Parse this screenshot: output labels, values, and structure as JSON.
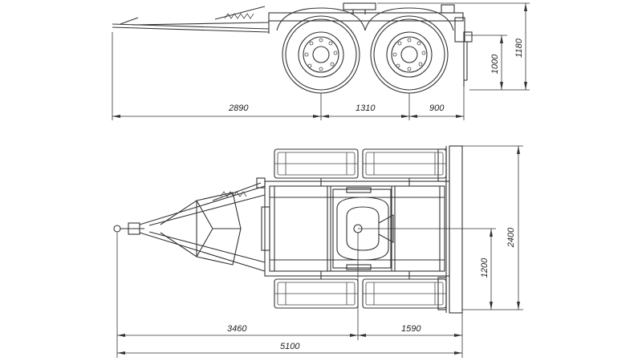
{
  "drawing": {
    "side_view": {
      "dims": {
        "drawbar_to_axle": "2890",
        "axle_spacing": "1310",
        "rear_overhang": "900",
        "height_coupler": "1000",
        "height_total": "1180"
      }
    },
    "top_view": {
      "dims": {
        "front_to_coupler": "3460",
        "coupler_to_rear": "1590",
        "overall_length": "5100",
        "half_width": "1200",
        "overall_width": "2400"
      }
    }
  }
}
